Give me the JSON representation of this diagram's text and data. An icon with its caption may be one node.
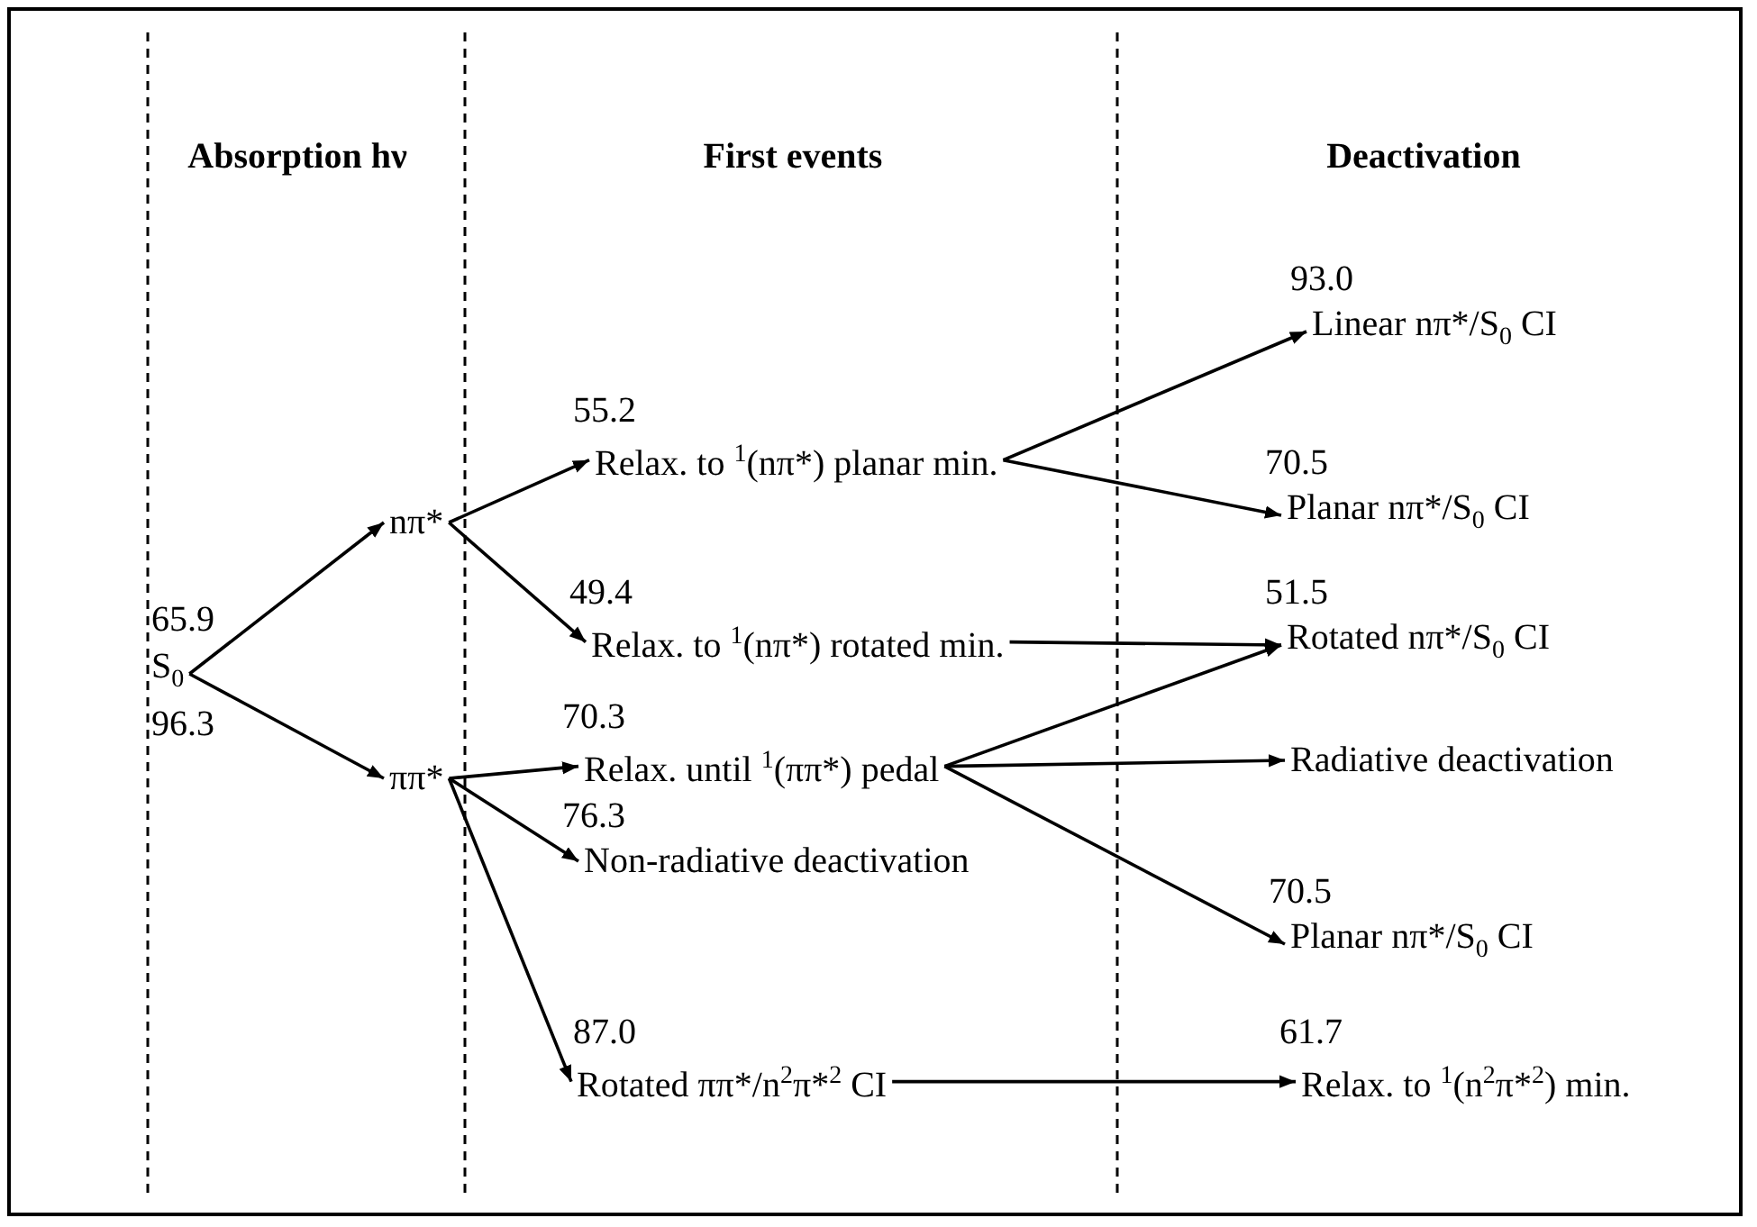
{
  "diagram": {
    "nodes": [
      {
        "text": [
          "S$_{0}$"
        ]
      },
      {
        "text": [
          "nπ*"
        ]
      },
      {
        "text": [
          "ππ*"
        ]
      },
      {
        "text": [
          "Relax. to $^{1}$(nπ*) planar min."
        ],
        "beside": [
          "55.2"
        ]
      },
      {
        "text": [
          "Relax. to $^{1}$(nπ*) rotated min."
        ],
        "beside": [
          "49.4"
        ]
      },
      {
        "text": [
          "Relax. until $^{1}$(ππ*) pedal"
        ],
        "beside": [
          "70.3"
        ]
      },
      {
        "text": [
          "Non-radiative deactivation"
        ],
        "beside": [
          "76.3"
        ]
      },
      {
        "text": [
          "Rotated ππ*/n$^{2}$π*$^{2}$ CI"
        ],
        "beside": [
          "87.0"
        ]
      },
      {
        "text": [
          "Linear nπ*/S$_{0}$ CI"
        ],
        "beside": [
          "93.0"
        ]
      },
      {
        "text": [
          "Planar nπ*/S$_{0}$ CI"
        ],
        "beside": [
          "70.5"
        ]
      },
      {
        "text": [
          "Rotated nπ*/S$_{0}$ CI"
        ],
        "beside": [
          "51.5"
        ]
      },
      {
        "text": [
          "Radiative deactivation"
        ]
      },
      {
        "text": [
          "Planar nπ*/S$_{0}$ CI"
        ],
        "beside": [
          "70.5"
        ]
      },
      {
        "text": [
          "Relax. to $^{1}$(n$^{2}$π*$^{2}$) min."
        ],
        "beside": [
          "61.7"
        ]
      }
    ],
    "edges": [
      {
        "from": 0,
        "to": 1,
        "arrow": "to",
        "label": "65.9"
      },
      {
        "from": 0,
        "to": 2,
        "arrow": "to",
        "label": "96.3"
      },
      {
        "from": 1,
        "to": 3,
        "arrow": "to"
      },
      {
        "from": 1,
        "to": 4,
        "arrow": "to"
      },
      {
        "from": 2,
        "to": 5,
        "arrow": "to"
      },
      {
        "from": 2,
        "to": 6,
        "arrow": "to"
      },
      {
        "from": 2,
        "to": 7,
        "arrow": "to"
      },
      {
        "from": 3,
        "to": 8,
        "arrow": "to"
      },
      {
        "from": 3,
        "to": 9,
        "arrow": "to"
      },
      {
        "from": 4,
        "to": 10,
        "arrow": "to"
      },
      {
        "from": 5,
        "to": 10,
        "arrow": "to"
      },
      {
        "from": 5,
        "to": 11,
        "arrow": "to"
      },
      {
        "from": 5,
        "to": 12,
        "arrow": "to"
      },
      {
        "from": 7,
        "to": 13,
        "arrow": "to"
      }
    ],
    "labels": [
      "Absorption hν",
      "First events",
      "Deactivation"
    ]
  }
}
